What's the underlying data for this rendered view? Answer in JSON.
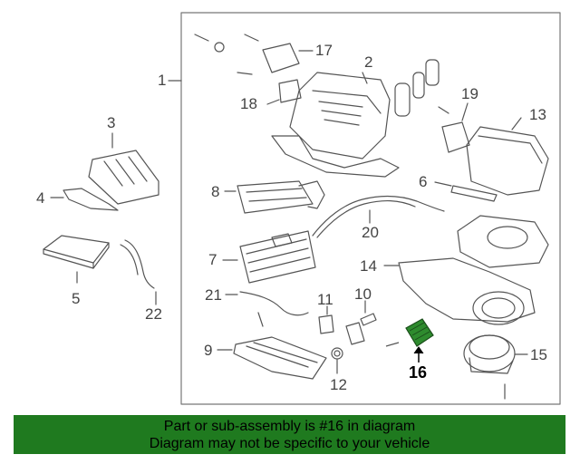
{
  "callouts": {
    "c1": "1",
    "c2": "2",
    "c3": "3",
    "c4": "4",
    "c5": "5",
    "c6": "6",
    "c7": "7",
    "c8": "8",
    "c9": "9",
    "c10": "10",
    "c11": "11",
    "c12": "12",
    "c13": "13",
    "c14": "14",
    "c15": "15",
    "c16": "16",
    "c17": "17",
    "c18": "18",
    "c19": "19",
    "c20": "20",
    "c21": "21",
    "c22": "22"
  },
  "highlight_part": "16",
  "colors": {
    "banner": "#1f7a1f",
    "highlight": "#2e8b2e",
    "line": "#555555"
  },
  "banner": {
    "line1": "Part or sub-assembly is #16 in diagram",
    "line2": "Diagram may not be specific to your vehicle"
  }
}
